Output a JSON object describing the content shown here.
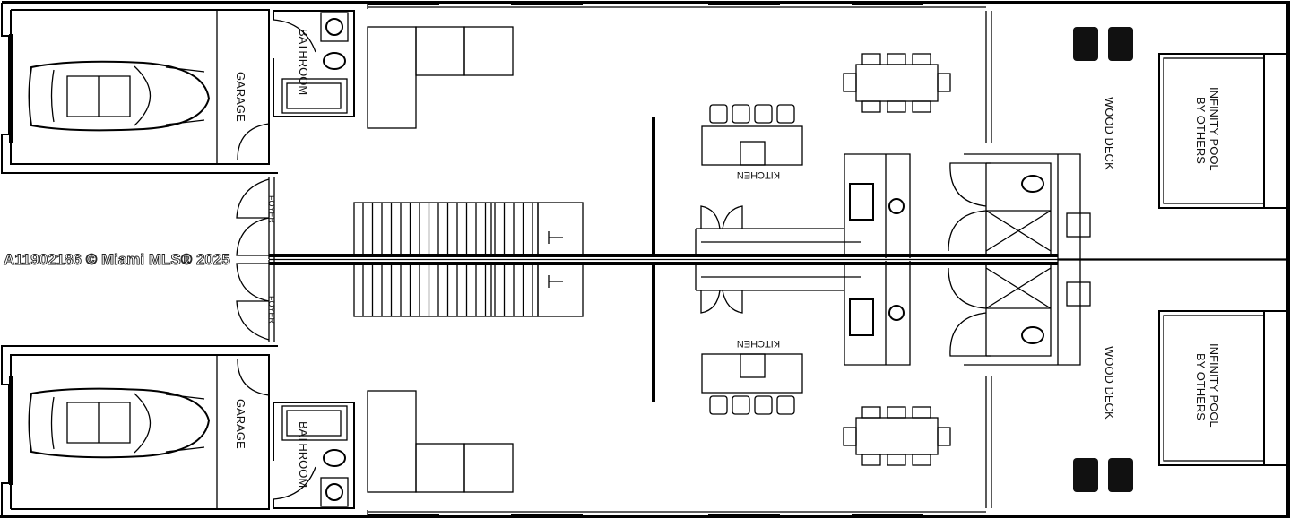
{
  "labels": {
    "garage": "GARAGE",
    "bathroom": "BATHROOM",
    "foyer": "FOYER",
    "kitchen": "KITCHEN",
    "wood_deck": "WOOD DECK",
    "pool_line1": "INFINITY POOL",
    "pool_line2": "BY OTHERS"
  },
  "watermark": "A11902186 © Miami MLS® 2025"
}
